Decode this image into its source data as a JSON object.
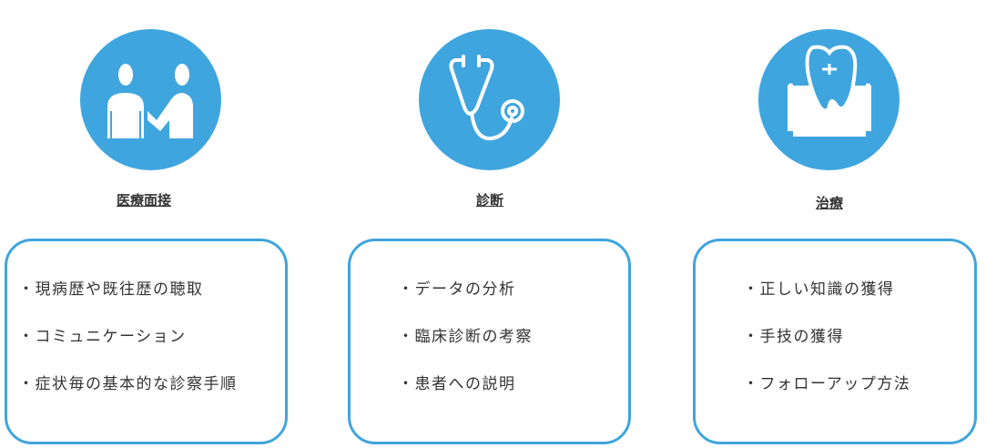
{
  "sections": [
    {
      "title": "医療面接",
      "icon": "consultation-icon",
      "items": [
        "・現病歴や既往歴の聴取",
        "・コミュニケーション",
        "・症状毎の基本的な診察手順"
      ]
    },
    {
      "title": "診断",
      "icon": "stethoscope-icon",
      "items": [
        "・データの分析",
        "・臨床診断の考察",
        "・患者への説明"
      ]
    },
    {
      "title": "治療",
      "icon": "tooth-icon",
      "items": [
        "・正しい知識の獲得",
        "・手技の獲得",
        "・フォローアップ方法"
      ]
    }
  ],
  "colors": {
    "accent": "#3fa5de",
    "text": "#333333"
  }
}
